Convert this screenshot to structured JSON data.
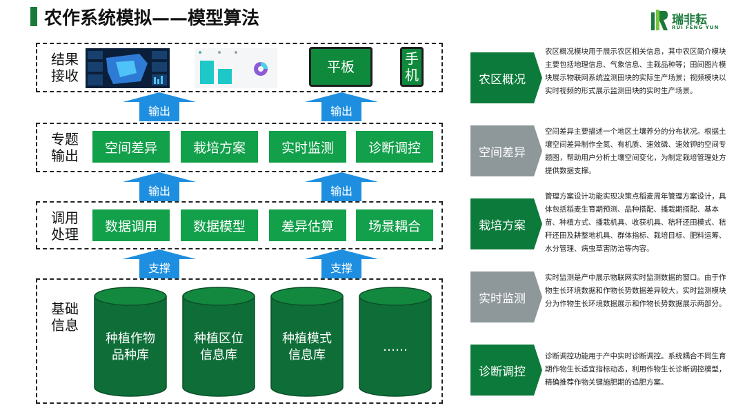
{
  "header": {
    "title": "农作系统模拟——模型算法"
  },
  "logo": {
    "name": "瑞非耘",
    "subtitle": "RUI FENG YUN"
  },
  "layers": {
    "result": {
      "label": "结果接收",
      "tablet": "平板",
      "phone": "手机"
    },
    "topic": {
      "label": "专题输出",
      "items": [
        "空间差异",
        "栽培方案",
        "实时监测",
        "诊断调控"
      ]
    },
    "call": {
      "label": "调用处理",
      "items": [
        "数据调用",
        "数据模型",
        "差异估算",
        "场景耦合"
      ]
    },
    "base": {
      "label": "基础信息",
      "items": [
        "种植作物品种库",
        "种植区位信息库",
        "种植模式信息库",
        "……"
      ]
    }
  },
  "arrows": {
    "output": "输出",
    "support": "支撑"
  },
  "modules": [
    {
      "name": "农区概况",
      "desc": "农区概况模块用于展示农区相关信息，其中农区简介模块主要包括地理信息、气象信息、主栽品种等；田间图片模块展示物联网系统监测田块的实际生产场景；视频模块以实时视频的形式展示监测田块的实时生产场景。"
    },
    {
      "name": "空间差异",
      "desc": "空间差异主要描述一个地区土壤养分的分布状况。根据土壤空间差异制作全氮、有机质、速效磷、速效钾的空间专题图，帮助用户分析土壤空间变化，为制定栽培管理处方提供数据支撑。"
    },
    {
      "name": "栽培方案",
      "desc": "管理方案设计功能实现决策点稻麦周年管理方案设计，具体包括稻麦生育期预测、品种搭配、播栽期搭配、基本苗、种植方式、播栽机具、收获机具、秸秆还田模式、秸秆还田及耕整地机具、群体指标、栽培目标、肥料运筹、水分管理、病虫草害防治等内容。"
    },
    {
      "name": "实时监测",
      "desc": "实时监测是产中展示物联网实时监测数据的窗口。由于作物生长环境数据和作物长势数据差异较大，实时监测模块分为作物生长环境数据展示和作物长势数据展示两部分。"
    },
    {
      "name": "诊断调控",
      "desc": "诊断调控功能用于产中实时诊断调控。系统耦合不同生育期作物生长适宜指标动态，利用作物生长诊断调控模型，精确推荐作物关键施肥期的追肥方案。"
    }
  ]
}
